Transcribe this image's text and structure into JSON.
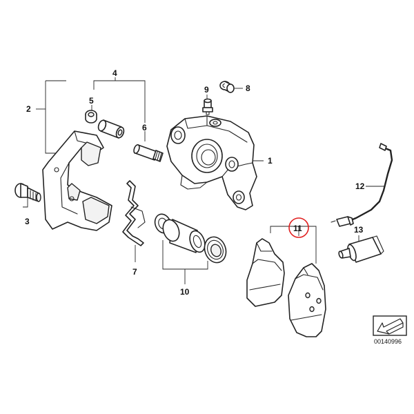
{
  "callouts": {
    "c1": "1",
    "c2": "2",
    "c3": "3",
    "c4": "4",
    "c5": "5",
    "c6": "6",
    "c7": "7",
    "c8": "8",
    "c9": "9",
    "c10": "10",
    "c11": "11",
    "c12": "12",
    "c13": "13"
  },
  "highlight": {
    "part": "11",
    "color": "#e01e1e"
  },
  "drawing_code": "00140996",
  "icons": {
    "view_direction": "arrow-box-icon"
  }
}
